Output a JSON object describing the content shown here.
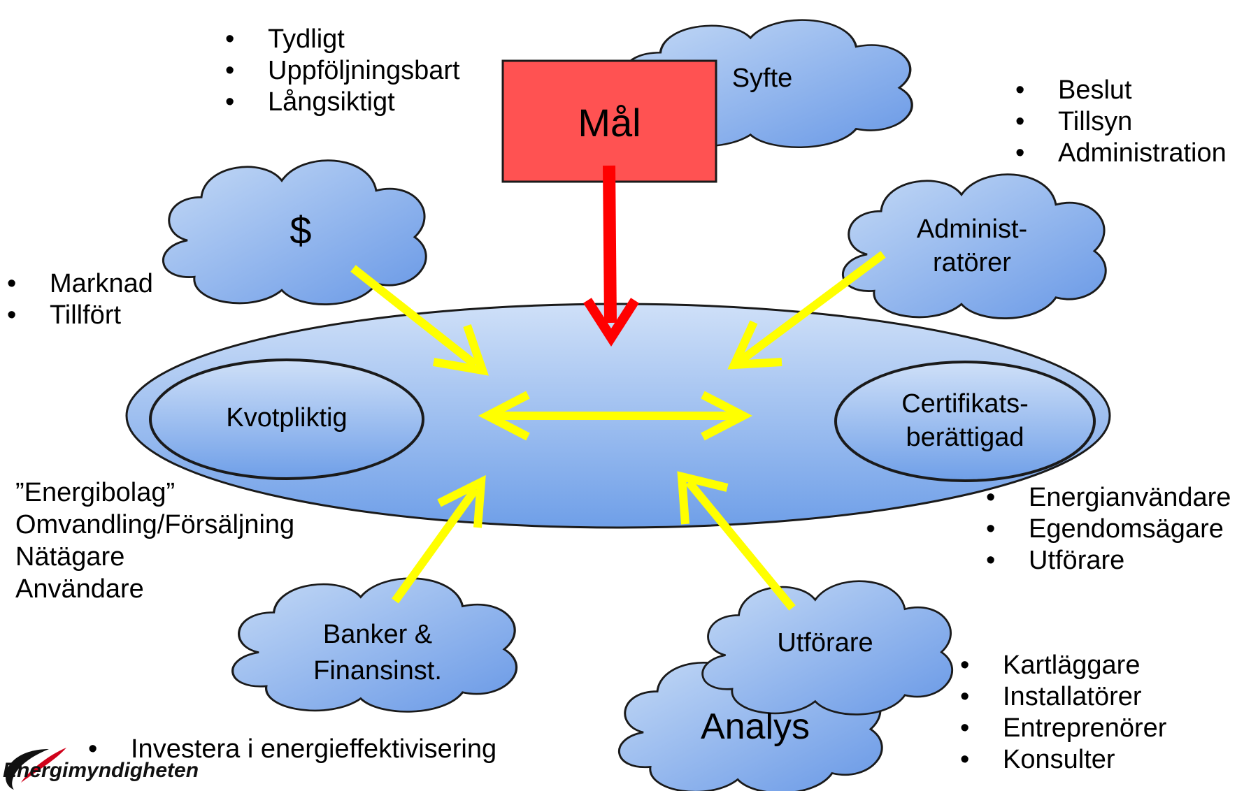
{
  "goal": {
    "label": "Mål",
    "color": "#ff5252"
  },
  "goal_criteria": [
    "Tydligt",
    "Uppföljningsbart",
    "Långsiktigt"
  ],
  "clouds": {
    "purpose": "Syfte",
    "money": "$",
    "administrators": [
      "Administ-",
      "ratörer"
    ],
    "banks": [
      "Banker &",
      "Finansinst."
    ],
    "performers": "Utförare",
    "analysis": "Analys"
  },
  "market": {
    "obligated": "Kvotpliktig",
    "certificate_entitled": [
      "Certifikats-",
      "berättigad"
    ]
  },
  "admin_tasks": [
    "Beslut",
    "Tillsyn",
    "Administration"
  ],
  "money_sources": [
    "Marknad",
    "Tillfört"
  ],
  "obligated_examples": [
    "”Energibolag”",
    "Omvandling/Försäljning",
    "Nätägare",
    "Användare"
  ],
  "entitled_examples": [
    "Energianvändare",
    "Egendomsägare",
    "Utförare"
  ],
  "performer_examples": [
    "Kartläggare",
    "Installatörer",
    "Entreprenörer",
    "Konsulter"
  ],
  "bank_role": [
    "Investera i energieffektivisering"
  ],
  "logo": {
    "name": "Energimyndigheten"
  },
  "colors": {
    "cloud_fill": "#a8c8f0",
    "arrow_yellow": "#ffff00",
    "arrow_red": "#ff0000"
  }
}
